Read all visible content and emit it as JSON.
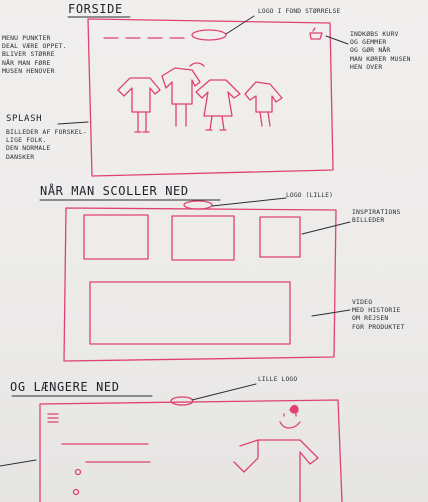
{
  "sections": [
    {
      "heading": "Forside",
      "notes": {
        "menu": "Menu punkter\ndeal være oppet.\nBliver større\nnår man føre\nmusen henover",
        "logo": "Logo i fond størrelse",
        "cart": "Indkøbs kurv\nog gemmer\nog gør når\nman kører musen\nhen over",
        "splash_title": "Splash",
        "splash_desc": "Billeder af forskel-\nlige folk.\nDen normale\ndansker"
      }
    },
    {
      "heading": "Når man scoller ned",
      "notes": {
        "logo": "Logo (lille)",
        "inspiration": "Inspirations\nbilleder",
        "video": "Video\nmed historie\nom rejsen\nfor produktet"
      }
    },
    {
      "heading": "Og længere ned",
      "notes": {
        "logo": "Lille logo"
      }
    }
  ],
  "colors": {
    "paper": "#eeeceb",
    "pen_red": "#e0426f",
    "pen_dark": "#2b2d33"
  },
  "icons": [
    "menu-icon",
    "cart-icon",
    "logo-oval"
  ]
}
